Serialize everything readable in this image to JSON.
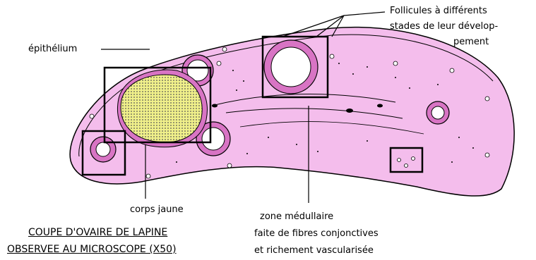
{
  "labels": {
    "follicles": [
      "Follicules à différents",
      "stades de leur dévelop-",
      "pement"
    ],
    "epithelium": "épithélium",
    "corps_jaune": "corps jaune",
    "zone": [
      "zone médullaire",
      "faite de fibres conjonctives",
      "et richement vascularisée"
    ]
  },
  "title": {
    "line1": "COUPE D'OVAIRE DE LAPINE",
    "line2": "OBSERVEE AU MICROSCOPE (X50)"
  },
  "colors": {
    "tissue": "#f4bdec",
    "follicle_ring": "#d874c4",
    "corpus_luteum": "#f0f08a",
    "outline": "#000000"
  }
}
